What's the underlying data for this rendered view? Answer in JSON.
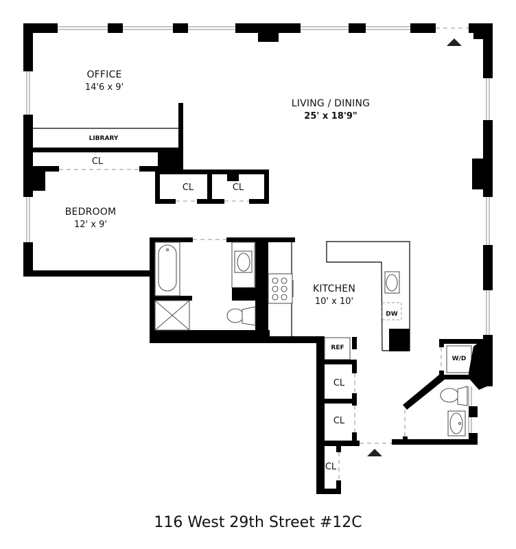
{
  "address": "116 West 29th Street #12C",
  "rooms": {
    "office": {
      "name": "OFFICE",
      "dims": "14'6 x 9'"
    },
    "living": {
      "name": "LIVING / DINING",
      "dims": "25' x 18'9\""
    },
    "bedroom": {
      "name": "BEDROOM",
      "dims": "12' x 9'"
    },
    "kitchen": {
      "name": "KITCHEN",
      "dims": "10' x 10'"
    }
  },
  "fixtures": {
    "library": "LIBRARY",
    "closet_office": "CL",
    "closet_hall_1": "CL",
    "closet_hall_2": "CL",
    "closet_entry_1": "CL",
    "closet_entry_2": "CL",
    "closet_entry_3": "CL",
    "refrigerator": "REF",
    "dishwasher": "DW",
    "washer_dryer": "W/D"
  },
  "colors": {
    "wall": "#000000",
    "window": "#8a8a8a",
    "door_swing": "#b5b5b5",
    "background": "#ffffff"
  }
}
